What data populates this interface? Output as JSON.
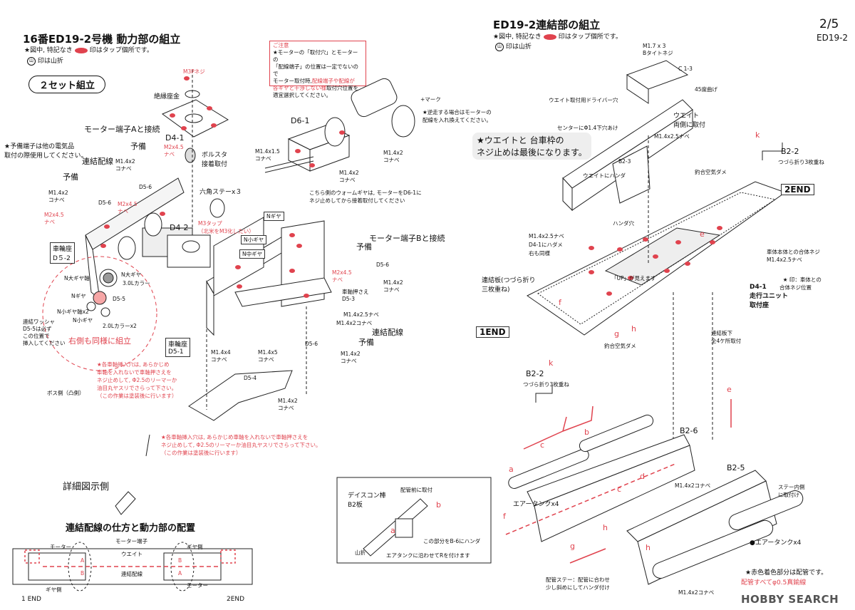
{
  "page": {
    "number": "2/5",
    "model": "ED19-2"
  },
  "left_title": "16番ED19-2号機 動力部の組立",
  "right_title": "ED19-2連結部の組立",
  "legend": {
    "tap_text_pre": "★図中, 特記なき",
    "tap_text_post": "印はタップ個所です。",
    "fold_text": "印は山折",
    "fold_symbol": "山"
  },
  "two_set": "２セット組立",
  "spare_note": "★予備端子は他の電気品\n取付の際使用してください。",
  "caution": {
    "title": "ご注意",
    "line1": "★モーターの「取付穴」とモーターの",
    "line2": "「配線端子」の位置は一定でないので",
    "line3": "モーター取付時,",
    "line3_red": "配線端子や配線が",
    "line4_red": "各ギヤと干渉しない様",
    "line4": "取付穴位置を",
    "line5": "適宜選択してください。"
  },
  "labels_left": {
    "m3p": "M3Pネジ",
    "insulation": "絶縁座金",
    "motor_a": "モーター端子Aと接続",
    "d4_1": "D4-1",
    "spare1": "予備",
    "m2x45_a": "M2x4.5\nナベ",
    "bolster": "ボルスタ\n接着取付",
    "coupler_wire": "連結配線",
    "m14x2_a": "M1.4x2\nコナベ",
    "d5_6a": "D5-6",
    "spare2": "予備",
    "m14x2_b": "M1.4x2\nコナベ",
    "d5_6b": "D5-6",
    "m2x45_b": "M2x4.5\nナベ",
    "m2x45_c": "M2x4.5\nナベ",
    "hex_stay": "六角ステーx３",
    "m3tap": "M3タップ\n（北米をM3化したい）",
    "d4_2": "D4-2",
    "wheel_seat_a": "車輪座\nD５-2",
    "n_large_shaft": "N大ギヤ軸",
    "n_large": "N大ギヤ",
    "collar30": "3.0Lカラー",
    "n_mid": "Nギヤ",
    "d5_5": "D5-5",
    "n_small_shaft": "N小ギヤ軸x2",
    "n_small": "N小ギヤ",
    "collar20": "2.0Lカラーx2",
    "washer_note": "連結ワッシャ\nD5-5は必ず\nこの位置で\n挿入してください",
    "same_right": "右側も同様に組立",
    "boss_side": "ボス側（凸側）",
    "wheel_seat_b": "車輪座\nD5-1",
    "axle_note_1": "★各車軸挿入穴は, あらかじめ\n車軸を入れないで車軸押さえを\nネジ止めして, Φ2.5のリーマーか\n油目丸ヤスリでさらって下さい。\n（この作業は塗装後に行います）",
    "m14x4": "M1.4x4\nコナベ",
    "m14x5": "M1.4x5\nコナベ",
    "d5_4": "D5-4",
    "m14x2_c": "M1.4x2\nコナベ",
    "n_gear_label": "Nギヤ",
    "n_small2": "N小ギヤ",
    "n_mid2": "N中ギヤ",
    "d6_1": "D6-1",
    "m14x15": "M1.4x1.5\nコナベ",
    "m14x2_d": "M1.4x2\nコナベ",
    "m14x2_e": "M1.4x2\nコナベ",
    "mark": "+マーク",
    "reverse_note": "★逆走する場合はモーターの\n配線を入れ換えてください。",
    "worm_note": "こちら側のウォームギヤは, モーターをD6-1に\nネジ止めしてから接着取付してください",
    "motor_b": "モーター端子Bと接続",
    "spare3": "予備",
    "d5_6c": "D5-6",
    "m14x2_f": "M1.4x2\nコナベ",
    "m2x45_d": "M2x4.5\nナベ",
    "axle_holder": "車軸押さえ\nD5-3",
    "m14x25": "M1.4x2.5ナベ",
    "m14x2_g": "M1.4x2コナベ",
    "coupler_wire2": "連結配線",
    "spare4": "予備",
    "d5_6d": "D5-6",
    "m14x2_h": "M1.4x2\nコナベ",
    "m14x2_i": "M1.4x2\nコナベ",
    "axle_note_2": "★各車軸挿入穴は, あらかじめ車軸を入れないで車軸押さえを\nネジ止めして, Φ2.5のリーマーか油目丸ヤスリでさらって下さい。\n（この作業は塗装後に行います）",
    "detail_side": "詳細図示側"
  },
  "wiring": {
    "title": "連結配線の仕方と動力部の配置",
    "motor": "モーター",
    "motor_terminal": "モーター端子",
    "weight": "ウエイト",
    "gear_side_a": "ギヤ側",
    "gear_side_b": "ギヤ側",
    "coupler_wire": "連結配線",
    "motor2": "モーター",
    "end1": "1 END",
    "end2": "2END",
    "a": "A",
    "b": "B",
    "a2": "A",
    "b2": "B"
  },
  "labels_right": {
    "m17x3": "M1.7 x 3\nBタイトネジ",
    "c1_3": "C 1-3",
    "fold45": "45度曲げ",
    "weight_driver": "ウエイト取付用ドライバー穴",
    "weight_both": "ウエイト\n両側に取付",
    "center_hole": "センターにΦ1.4下穴あけ",
    "m14x25a": "M1.4x2.5ナベ",
    "screw_note": "★ウエイトと 台車枠の\nネジ止めは最後になります。",
    "k1": "k",
    "b2_2a": "B2-2",
    "fold3a": "つづら折り3枚重ね",
    "b2_3": "B2-3",
    "weight_solder": "ウエイトにハンダ",
    "hook": "釣合空気ダメ",
    "end2": "2END",
    "m14x25b": "M1.4x2.5ナベ",
    "d4_1hook": "D4-1にハダメ",
    "right_same": "右も同様",
    "solder_hole": "ハンダ穴",
    "coupler_plate": "連結板(つづら折り\n三枚重ね)",
    "up_visible": "「UP」が見えます",
    "body_screw": "車体本体との合体ネジ\nM1.4x2.5ナベ",
    "body_screw_pos": "★",
    "body_screw_pos_text": "印：車体との\n合体ネジ位置",
    "d4_1unit": "D4-1\n走行ユニット\n取付座",
    "f": "f",
    "g": "g",
    "h": "h",
    "e": "e",
    "end1": "1END",
    "hook2": "釣合空気ダメ",
    "couple_under": "連結板下\n全4ケ所取付",
    "k2": "k",
    "b2_2b": "B2-2",
    "fold3b": "つづら折り3枚重ね",
    "e2": "e",
    "c1": "c",
    "b1": "b",
    "b2_6": "B2-6",
    "a1": "a",
    "d1": "d",
    "c2": "c",
    "m14x2coll": "M1.4x2コナベ",
    "b2_5": "B2-5",
    "stay_inner": "ステー内側\nに取付け",
    "air_tank": "エアータンクx4",
    "f2": "f",
    "h2": "h",
    "g2": "g",
    "h3": "h",
    "piping_stay": "配管ステー：配管に合わせ\n少し斜めにしてハンダ付け",
    "m14x2coll2": "M1.4x2コナベ",
    "air_tank2": "●エアータンクx4",
    "red_piping": "★赤色着色部分は配管です。",
    "piping_wire": "配管すべてφ0.5真鍮線",
    "discon": "デイスコン棒\nB2板",
    "before_pipe": "配管前に取付",
    "b_small": "b",
    "a_small": "a",
    "solder_b6": "この部分をB-6にハンダ",
    "r_tank": "エアタンクに沿わせてRを付けます",
    "fold_mark": "山折"
  },
  "watermark": "HOBBY SEARCH"
}
